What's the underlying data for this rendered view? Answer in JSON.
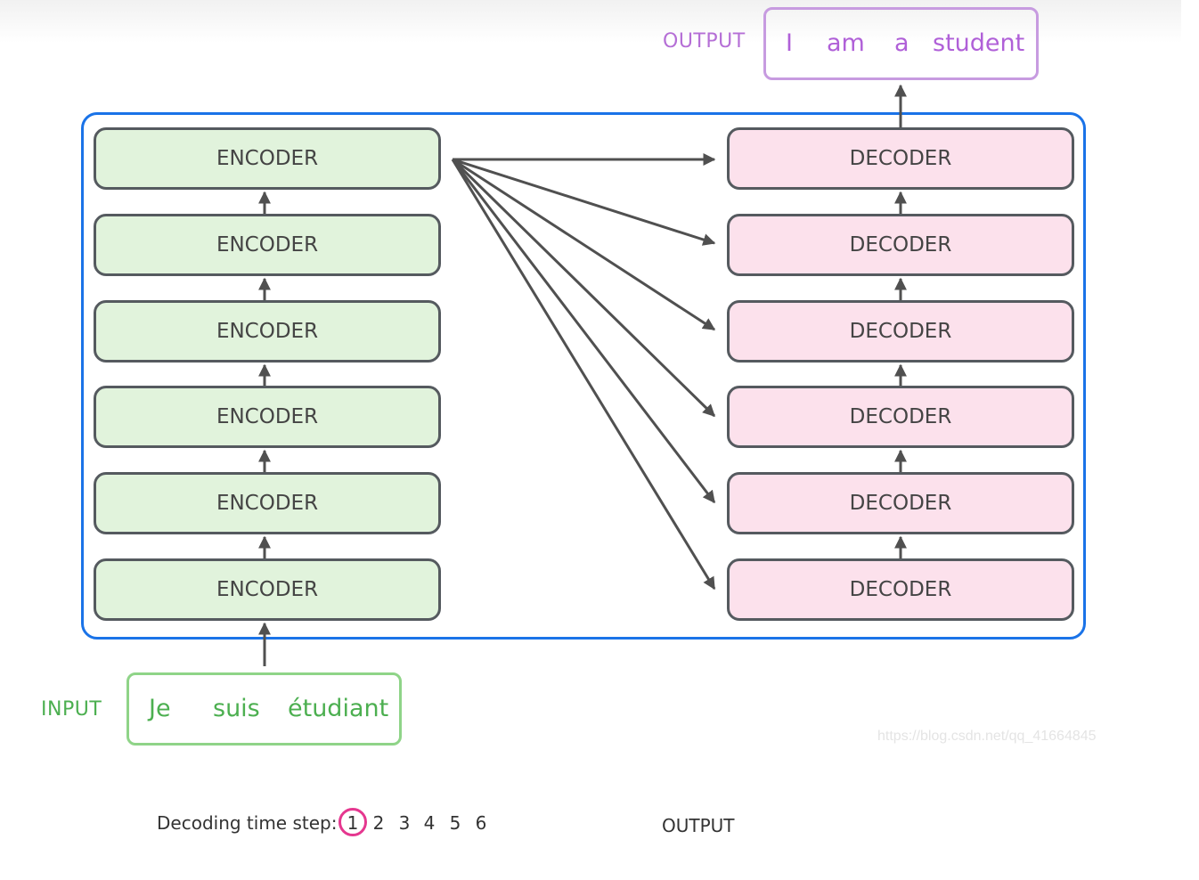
{
  "encoders": [
    "ENCODER",
    "ENCODER",
    "ENCODER",
    "ENCODER",
    "ENCODER",
    "ENCODER"
  ],
  "decoders": [
    "DECODER",
    "DECODER",
    "DECODER",
    "DECODER",
    "DECODER",
    "DECODER"
  ],
  "input": {
    "label": "INPUT",
    "words": [
      "Je",
      "suis",
      "étudiant"
    ]
  },
  "output": {
    "label": "OUTPUT",
    "words": [
      "I",
      "am",
      "a",
      "student"
    ]
  },
  "decoding": {
    "label": "Decoding time step:",
    "steps": [
      "1",
      "2",
      "3",
      "4",
      "5",
      "6"
    ],
    "current_step": "1",
    "output_label": "OUTPUT"
  },
  "watermark": "https://blog.csdn.net/qq_41664845",
  "colors": {
    "frame": "#1a73e8",
    "encoder_fill": "#e1f3dc",
    "decoder_fill": "#fce1ec",
    "input_text": "#4caf50",
    "output_text": "#b060d8",
    "step_highlight": "#e5378f"
  }
}
